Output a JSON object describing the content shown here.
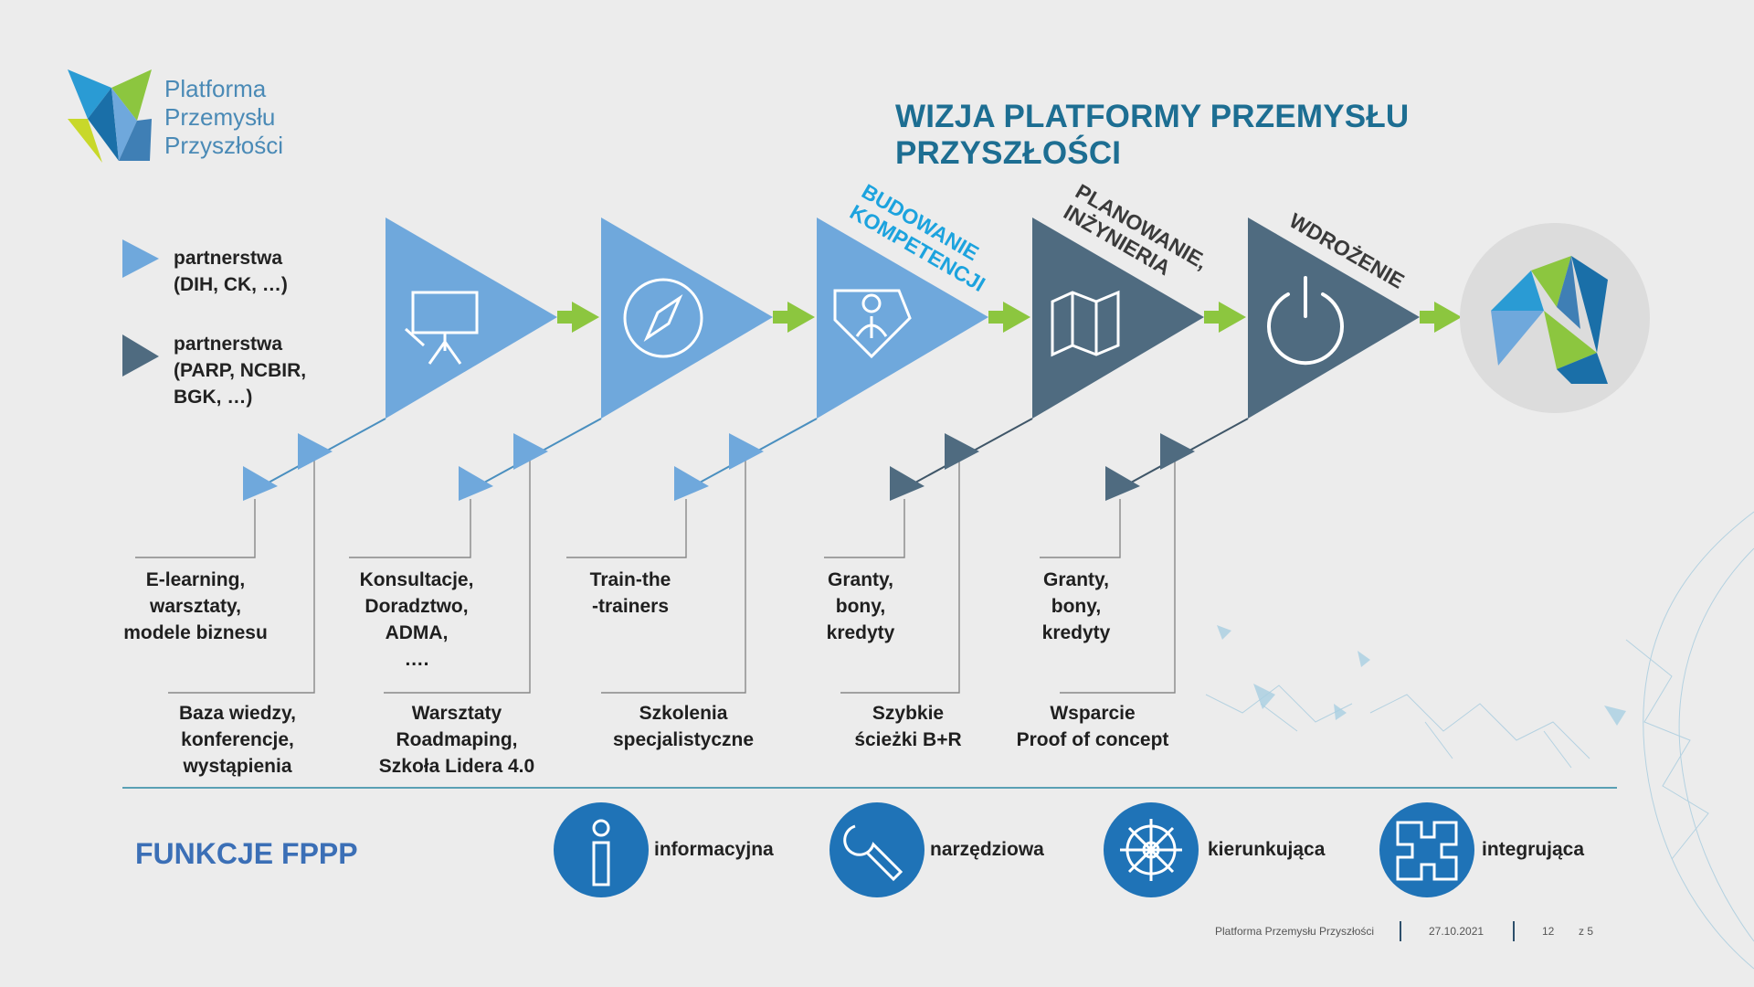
{
  "logo": {
    "text": "Platforma\nPrzemysłu\nPrzyszłości"
  },
  "title": "WIZJA PLATFORMY PRZEMYSŁU PRZYSZŁOŚCI",
  "legend": [
    {
      "text": "partnerstwa\n(DIH, CK, …)",
      "color": "#6fa8dc"
    },
    {
      "text": "partnerstwa\n(PARP, NCBIR,\nBGK, …)",
      "color": "#4f6b80"
    }
  ],
  "stages": [
    {
      "label": "",
      "icon": "presentation-board-icon",
      "color": "#6fa8dc"
    },
    {
      "label": "",
      "icon": "compass-icon",
      "color": "#6fa8dc"
    },
    {
      "label": "BUDOWANIE\nKOMPETENCJI",
      "icon": "presenter-person-icon",
      "color": "#6fa8dc",
      "label_color": "#1ca3de"
    },
    {
      "label": "PLANOWANIE,\nINŻYNIERIA",
      "icon": "map-icon",
      "color": "#4f6b80",
      "label_color": "#3a3a3a"
    },
    {
      "label": "WDROŻENIE",
      "icon": "power-icon",
      "color": "#4f6b80",
      "label_color": "#3a3a3a"
    }
  ],
  "services_top": [
    "E-learning,\nwarsztaty,\nmodele biznesu",
    "Konsultacje,\nDoradztwo,\nADMA,\n….",
    "Train-the\n-trainers",
    "Granty,\nbony,\nkredyty",
    "Granty,\nbony,\nkredyty"
  ],
  "services_bottom": [
    "Baza wiedzy,\nkonferencje,\nwystąpienia",
    "Warsztaty\nRoadmaping,\nSzkoła Lidera 4.0",
    "Szkolenia\nspecjalistyczne",
    "Szybkie\nścieżki B+R",
    "Wsparcie\nProof of concept"
  ],
  "functions": {
    "title": "FUNKCJE FPPP",
    "items": [
      {
        "label": "informacyjna",
        "icon": "info-icon"
      },
      {
        "label": "narzędziowa",
        "icon": "wrench-icon"
      },
      {
        "label": "kierunkująca",
        "icon": "ship-wheel-icon"
      },
      {
        "label": "integrująca",
        "icon": "puzzle-icon"
      }
    ]
  },
  "footer": {
    "org": "Platforma Przemysłu Przyszłości",
    "date": "27.10.2021",
    "page": "12",
    "of": "z 5"
  },
  "colors": {
    "light_blue": "#6fa8dc",
    "dark_slate": "#4f6b80",
    "arrow_green": "#8cc63f",
    "title_blue": "#1d6e92",
    "function_blue": "#1f73b7"
  }
}
